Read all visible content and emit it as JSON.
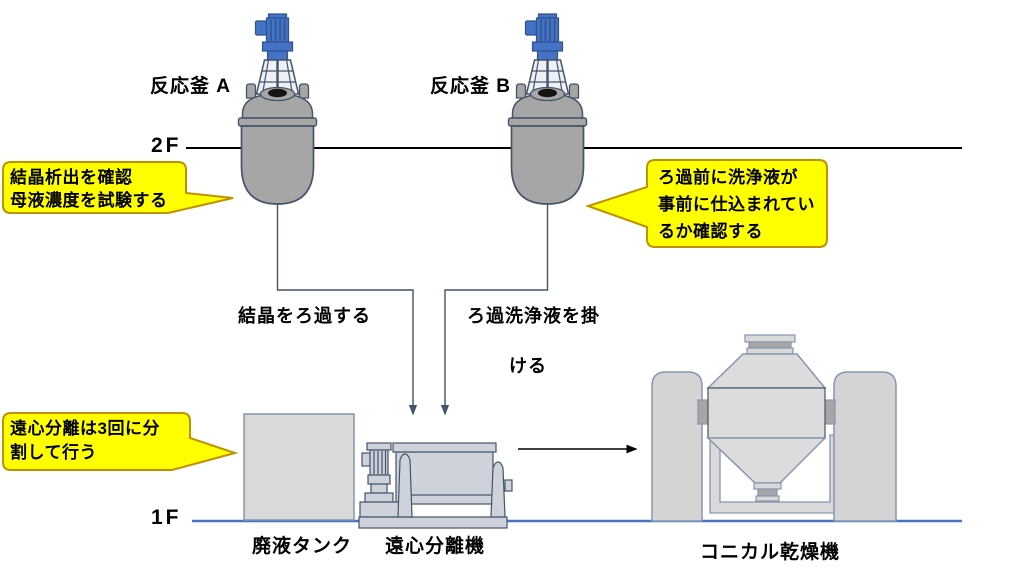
{
  "scene": {
    "floor2": {
      "label": "2F"
    },
    "floor1": {
      "label": "1F"
    },
    "reactor_a": {
      "label": "反応釜 A"
    },
    "reactor_b": {
      "label": "反応釜 B"
    },
    "waste_tank": {
      "label": "廃液タンク"
    },
    "centrifuge": {
      "label": "遠心分離機"
    },
    "dryer": {
      "label": "コニカル乾燥機"
    },
    "flow_labels": {
      "filter_crystals": "結晶をろ過する",
      "pour_wash_line1": "ろ過洗浄液を掛",
      "pour_wash_line2": "ける"
    },
    "callouts": {
      "reactor_a_note": {
        "line1": "結晶析出を確認",
        "line2": "母液濃度を試験する"
      },
      "reactor_b_note": {
        "line1": "ろ過前に洗浄液が",
        "line2": "事前に仕込まれてい",
        "line3": "るか確認する"
      },
      "centrifuge_note": {
        "line1": "遠心分離は3回に分",
        "line2": "割して行う"
      }
    },
    "colors": {
      "callout_fill": "#FFFF00",
      "callout_border": "#BF9000",
      "motor_blue": "#4472C4",
      "motor_outline": "#2F528F",
      "vessel_gray": "#A6A6A6",
      "equipment_light_gray": "#D9D9D9",
      "machine_gray": "#CDD2DB",
      "outline_navy": "#44546A",
      "outline_gray_blue": "#8496B0",
      "floor1_line_blue": "#4472C4",
      "floor2_line_black": "#000000"
    }
  }
}
